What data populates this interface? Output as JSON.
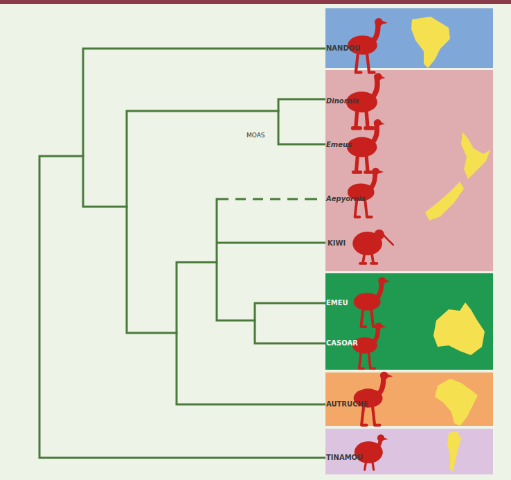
{
  "diagram": {
    "nodes": [
      {
        "text": [
          "NANDOU"
        ]
      },
      {
        "text": [
          "Dinornis",
          "Emeus",
          "Aepyornis",
          "KIWI"
        ]
      },
      {
        "text": [
          "EMEU",
          "CASOAR"
        ]
      },
      {
        "text": [
          "AUTRUCHE"
        ]
      },
      {
        "text": [
          "TINAMOU"
        ]
      }
    ],
    "labels": [
      "MOAS"
    ]
  }
}
